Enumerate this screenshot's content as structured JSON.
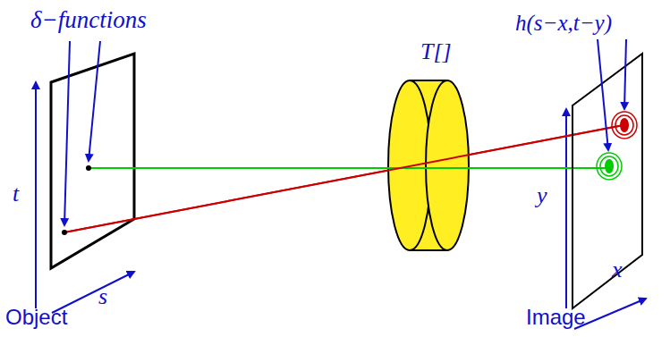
{
  "diagram": {
    "labels": [
      "δ−functions",
      "T[]",
      "h(s−x,t−y)",
      "t",
      "s",
      "y",
      "x",
      "Object",
      "Image"
    ]
  }
}
